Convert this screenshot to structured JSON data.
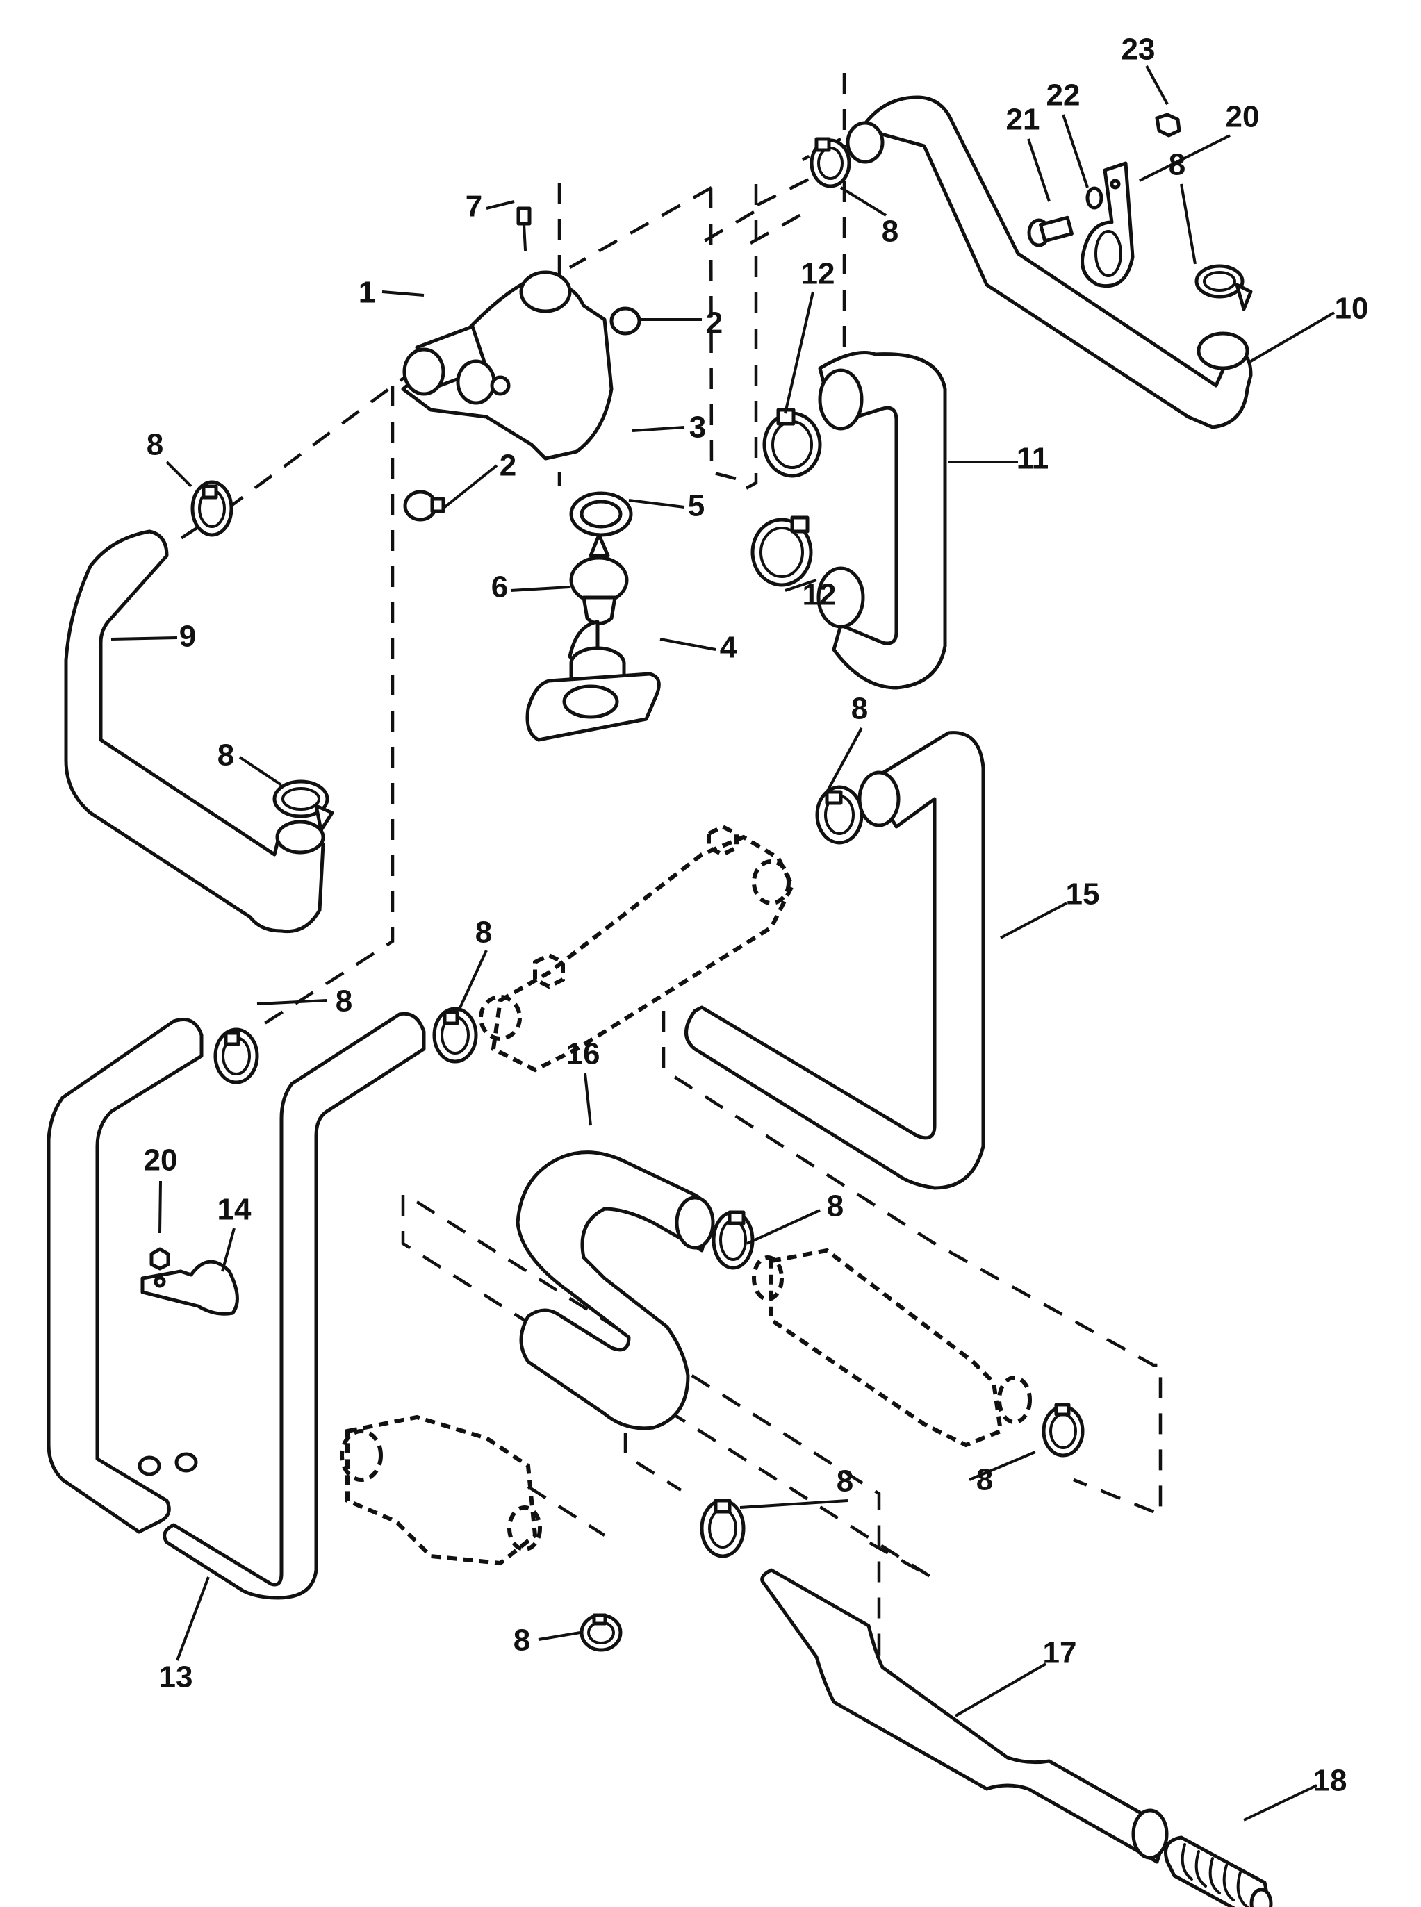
{
  "diagram": {
    "title": "",
    "type": "exploded parts diagram - cooling system hoses",
    "callouts": [
      {
        "id": "c23",
        "label": "23"
      },
      {
        "id": "c22",
        "label": "22"
      },
      {
        "id": "c21",
        "label": "21"
      },
      {
        "id": "c20a",
        "label": "20"
      },
      {
        "id": "c8a",
        "label": "8"
      },
      {
        "id": "c8b",
        "label": "8"
      },
      {
        "id": "c10",
        "label": "10"
      },
      {
        "id": "c7",
        "label": "7"
      },
      {
        "id": "c1",
        "label": "1"
      },
      {
        "id": "c2a",
        "label": "2"
      },
      {
        "id": "c2b",
        "label": "2"
      },
      {
        "id": "c3",
        "label": "3"
      },
      {
        "id": "c5",
        "label": "5"
      },
      {
        "id": "c6",
        "label": "6"
      },
      {
        "id": "c4",
        "label": "4"
      },
      {
        "id": "c12a",
        "label": "12"
      },
      {
        "id": "c12b",
        "label": "12"
      },
      {
        "id": "c11",
        "label": "11"
      },
      {
        "id": "c8c",
        "label": "8"
      },
      {
        "id": "c9",
        "label": "9"
      },
      {
        "id": "c8d",
        "label": "8"
      },
      {
        "id": "c8e",
        "label": "8"
      },
      {
        "id": "c15",
        "label": "15"
      },
      {
        "id": "c8f",
        "label": "8"
      },
      {
        "id": "c8g",
        "label": "8"
      },
      {
        "id": "c16",
        "label": "16"
      },
      {
        "id": "c20b",
        "label": "20"
      },
      {
        "id": "c14",
        "label": "14"
      },
      {
        "id": "c8h",
        "label": "8"
      },
      {
        "id": "c8i",
        "label": "8"
      },
      {
        "id": "c8j",
        "label": "8"
      },
      {
        "id": "c8k",
        "label": "8"
      },
      {
        "id": "c13",
        "label": "13"
      },
      {
        "id": "c17",
        "label": "17"
      },
      {
        "id": "c18",
        "label": "18"
      }
    ]
  }
}
